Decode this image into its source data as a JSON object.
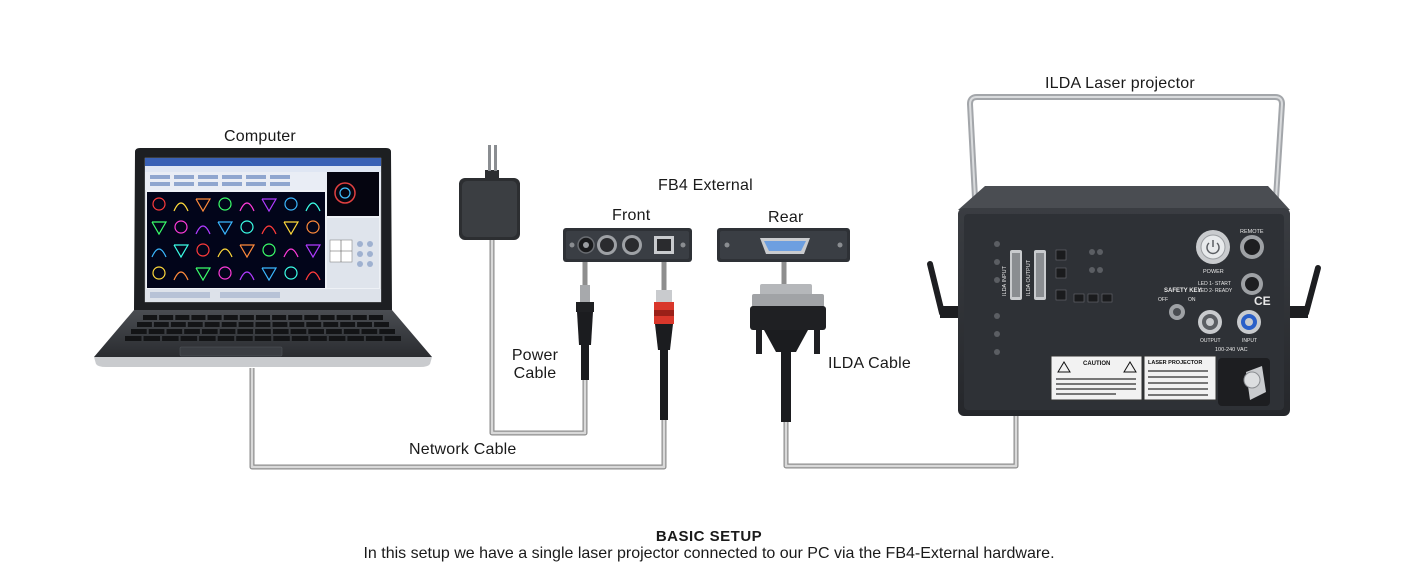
{
  "labels": {
    "computer": "Computer",
    "fb4_external": "FB4 External",
    "front": "Front",
    "rear": "Rear",
    "ilda_projector": "ILDA Laser projector",
    "power_cable_line1": "Power",
    "power_cable_line2": "Cable",
    "ilda_cable": "ILDA Cable",
    "network_cable": "Network Cable"
  },
  "projector_panel": {
    "ilda_input": "ILDA INPUT",
    "ilda_output": "ILDA OUTPUT",
    "power": "POWER",
    "remote": "REMOTE",
    "safety_key": "SAFETY KEY",
    "off": "OFF",
    "on": "ON",
    "led1": "LED 1- START",
    "led2": "LED 2- READY",
    "voltage": "100-240 VAC",
    "caution": "CAUTION",
    "laser_projector_plate": "LASER PROJECTOR",
    "input": "INPUT",
    "output": "OUTPUT"
  },
  "caption": {
    "title": "BASIC SETUP",
    "text": "In this setup we have a single laser projector connected to our PC via the FB4-External hardware."
  },
  "colors": {
    "cable_gray": "#b8b8b8",
    "device_dark": "#2e3136",
    "screen_blue": "#0d2a8a",
    "connector_red": "#d9372b"
  }
}
